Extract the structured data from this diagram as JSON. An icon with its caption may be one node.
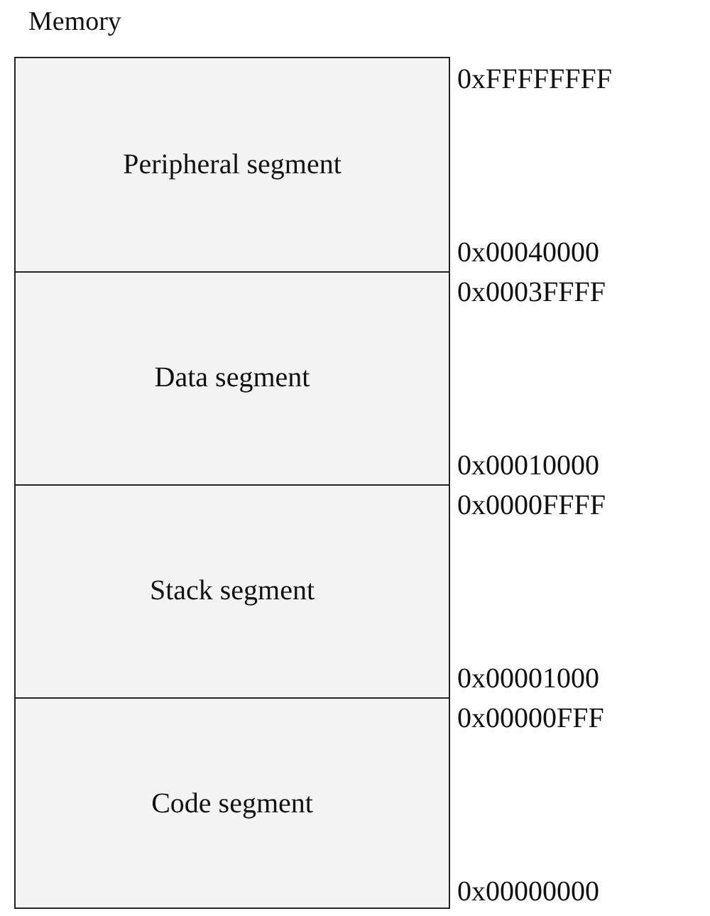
{
  "diagram": {
    "nodes": [
      {
        "text": [
          "Memory"
        ]
      },
      {
        "text": [
          "Peripheral segment"
        ],
        "in": 0
      },
      {
        "text": [
          "Data segment"
        ],
        "in": 0
      },
      {
        "text": [
          "Stack segment"
        ],
        "in": 0
      },
      {
        "text": [
          "Code segment"
        ],
        "in": 0
      }
    ],
    "labels": [
      "0xFFFFFFFF",
      "0x00040000",
      "0x0003FFFF",
      "0x00010000",
      "0x0000FFFF",
      "0x00001000",
      "0x00000FFF",
      "0x00000000"
    ]
  }
}
